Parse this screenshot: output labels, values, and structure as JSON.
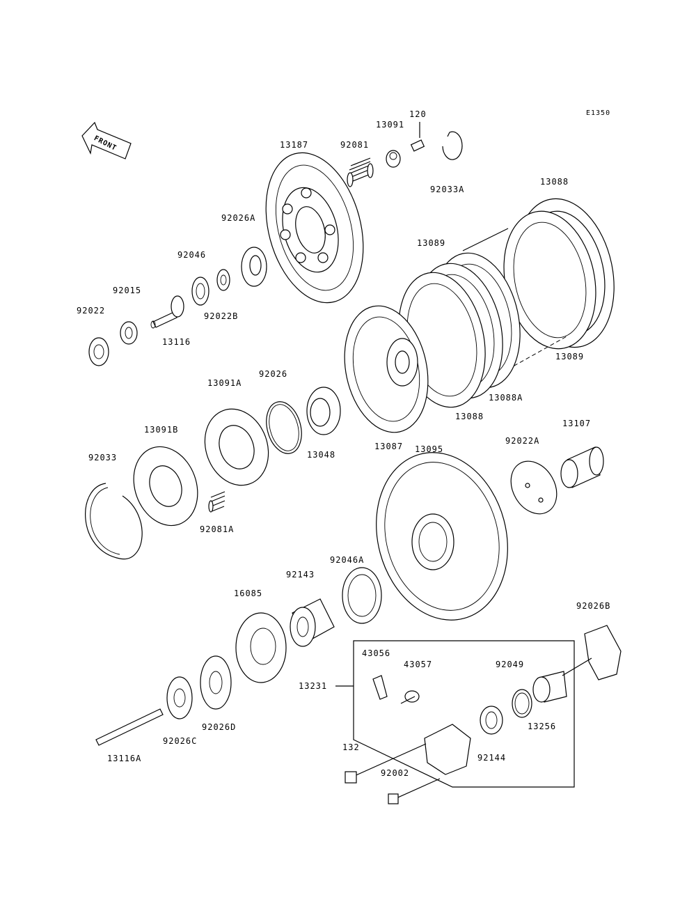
{
  "diagram_code": "E1350",
  "front_marker": "FRONT",
  "part_labels": {
    "p13187": "13187",
    "p92081": "92081",
    "p13091": "13091",
    "p120": "120",
    "p92033A": "92033A",
    "p92026A": "92026A",
    "p92046": "92046",
    "p92015": "92015",
    "p92022": "92022",
    "p92022B": "92022B",
    "p13116": "13116",
    "p13088_top": "13088",
    "p13089_top": "13089",
    "p13089_right": "13089",
    "p13088A": "13088A",
    "p13088_mid": "13088",
    "p13087": "13087",
    "p13091A": "13091A",
    "p92026": "92026",
    "p13048": "13048",
    "p13091B": "13091B",
    "p92033": "92033",
    "p92081A": "92081A",
    "p13095": "13095",
    "p92022A": "92022A",
    "p13107": "13107",
    "p92046A": "92046A",
    "p92143": "92143",
    "p16085": "16085",
    "p92026B": "92026B",
    "p43056": "43056",
    "p43057": "43057",
    "p92049": "92049",
    "p13231": "13231",
    "p13256": "13256",
    "p92144": "92144",
    "p132": "132",
    "p92002": "92002",
    "p92026D": "92026D",
    "p92026C": "92026C",
    "p13116A": "13116A"
  }
}
